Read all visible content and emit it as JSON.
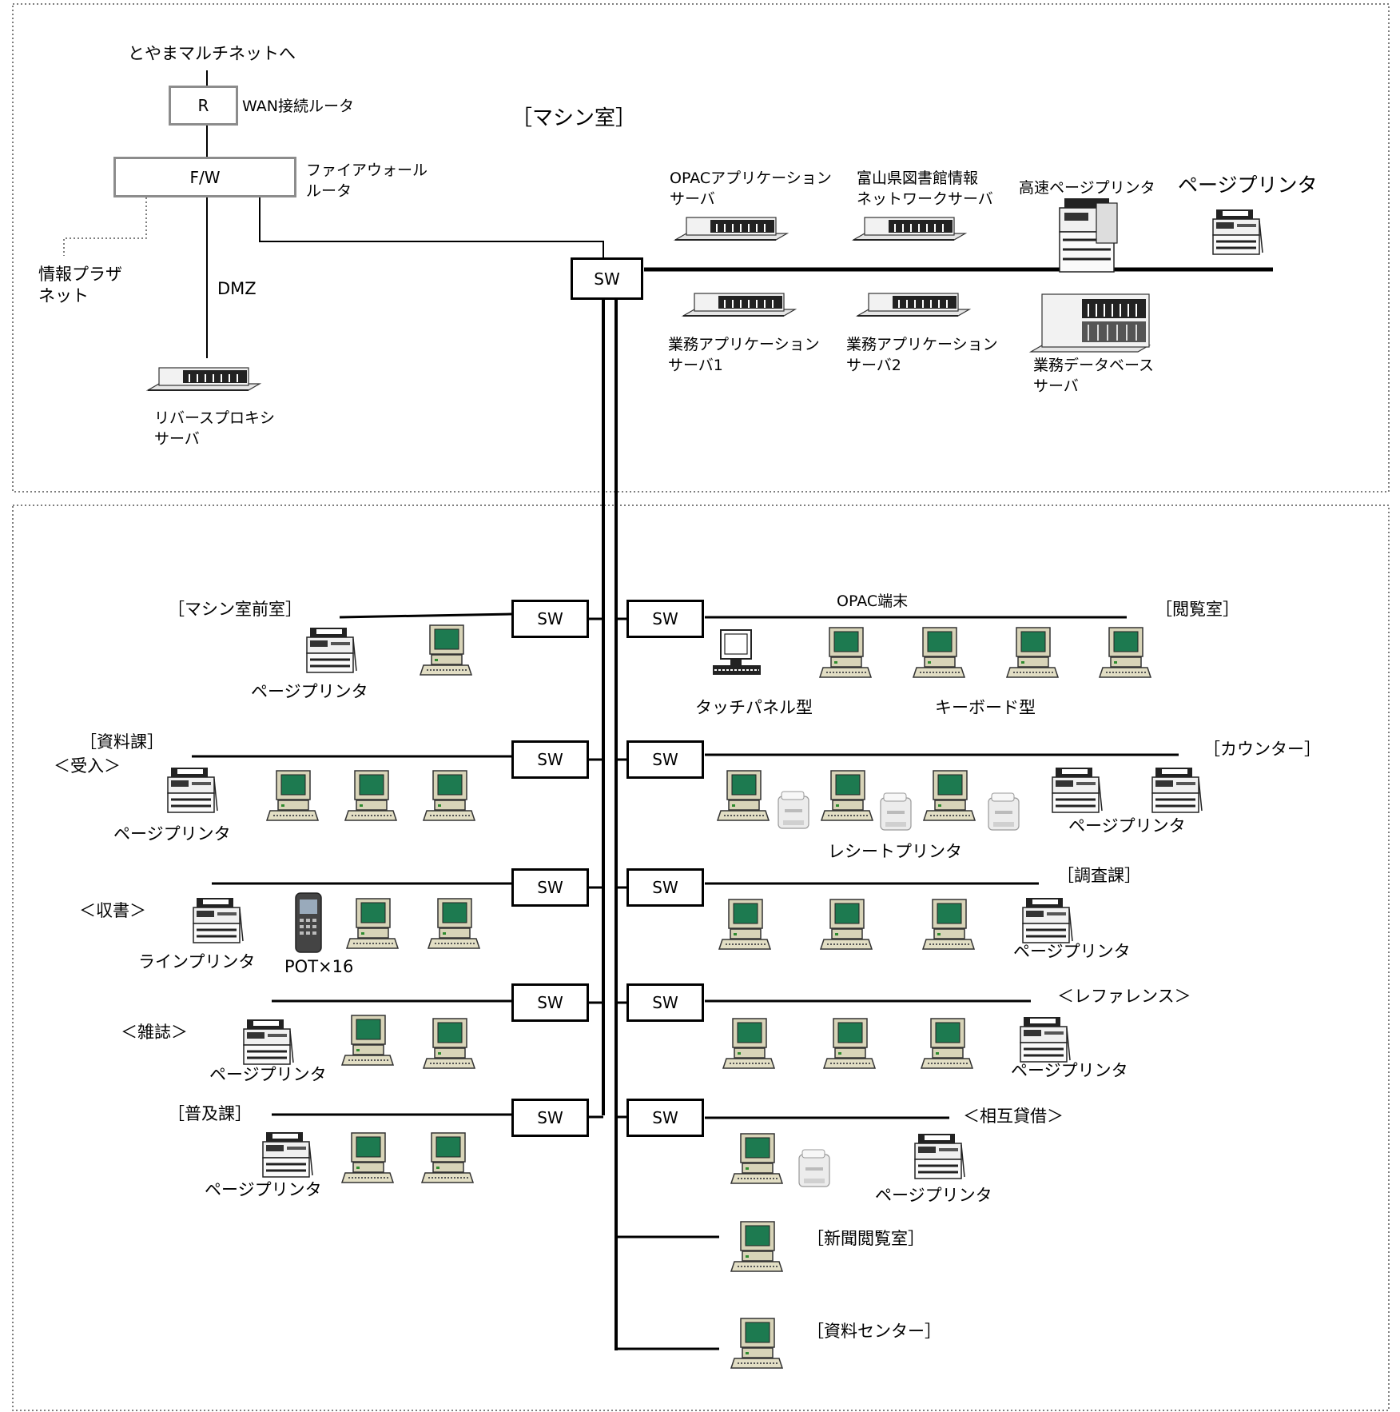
{
  "machine_room": {
    "title": "［マシン室］",
    "to_multinet": "とやまマルチネットへ",
    "router_box": "R",
    "router_label": "WAN接続ルータ",
    "firewall_box": "F/W",
    "firewall_label": [
      "ファイアウォール",
      "ルータ"
    ],
    "plaza_label": [
      "情報プラザ",
      "ネット"
    ],
    "dmz_label": "DMZ",
    "reverse_proxy_label": [
      "リバースプロキシ",
      "サーバ"
    ],
    "core_switch": "SW",
    "opac_server_label": [
      "OPACアプリケーション",
      "サーバ"
    ],
    "library_net_server_label": [
      "富山県図書館情報",
      "ネットワークサーバ"
    ],
    "fast_printer_label": "高速ページプリンタ",
    "page_printer_label": "ページプリンタ",
    "biz_app1_label": [
      "業務アプリケーション",
      "サーバ1"
    ],
    "biz_app2_label": [
      "業務アプリケーション",
      "サーバ2"
    ],
    "biz_db_label": [
      "業務データベース",
      "サーバ"
    ]
  },
  "floor": {
    "switch_label": "SW",
    "machine_front_room": "［マシン室前室］",
    "page_printer": "ページプリンタ",
    "opac_terminal": "OPAC端末",
    "reading_room": "［閲覧室］",
    "touch_panel": "タッチパネル型",
    "keyboard_type": "キーボード型",
    "materials_section": "［資料課］",
    "acceptance": "＜受入＞",
    "counter": "［カウンター］",
    "receipt_printer": "レシートプリンタ",
    "collection": "＜収書＞",
    "line_printer": "ラインプリンタ",
    "pot": "POT×16",
    "research_section": "［調査課］",
    "magazines": "＜雑誌＞",
    "reference": "＜レファレンス＞",
    "outreach_section": "［普及課］",
    "interlibrary_loan": "＜相互貸借＞",
    "newspaper_room": "［新聞閲覧室］",
    "materials_center": "［資料センター］"
  }
}
